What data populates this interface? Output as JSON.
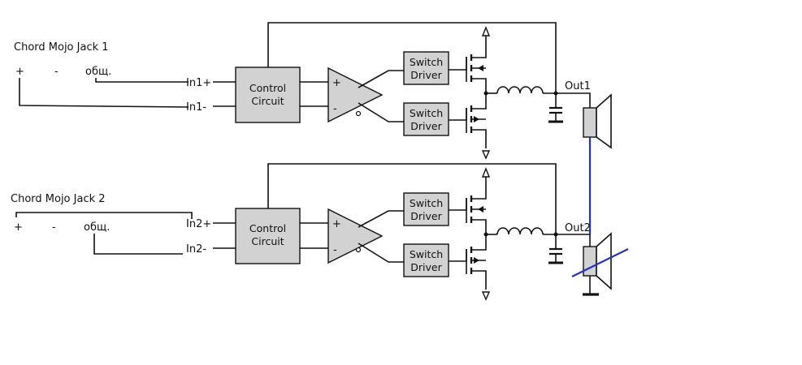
{
  "jack1": {
    "title": "Chord Mojo Jack 1",
    "plus": "+",
    "minus": "-",
    "common": "общ."
  },
  "jack2": {
    "title": "Chord Mojo Jack 2",
    "plus": "+",
    "minus": "-",
    "common": "общ."
  },
  "channel1": {
    "in_plus": "In1+",
    "in_minus": "In1-",
    "control_line1": "Control",
    "control_line2": "Circuit",
    "opamp_plus": "+",
    "opamp_minus": "-",
    "driver_top_line1": "Switch",
    "driver_top_line2": "Driver",
    "driver_bottom_line1": "Switch",
    "driver_bottom_line2": "Driver",
    "out": "Out1"
  },
  "channel2": {
    "in_plus": "In2+",
    "in_minus": "In2-",
    "control_line1": "Control",
    "control_line2": "Circuit",
    "opamp_plus": "+",
    "opamp_minus": "-",
    "driver_top_line1": "Switch",
    "driver_top_line2": "Driver",
    "driver_bottom_line1": "Switch",
    "driver_bottom_line2": "Driver",
    "out": "Out2"
  },
  "colors": {
    "wire": "#111111",
    "block_fill": "#d2d2d2",
    "bridge_wire": "#1f2fd0"
  }
}
